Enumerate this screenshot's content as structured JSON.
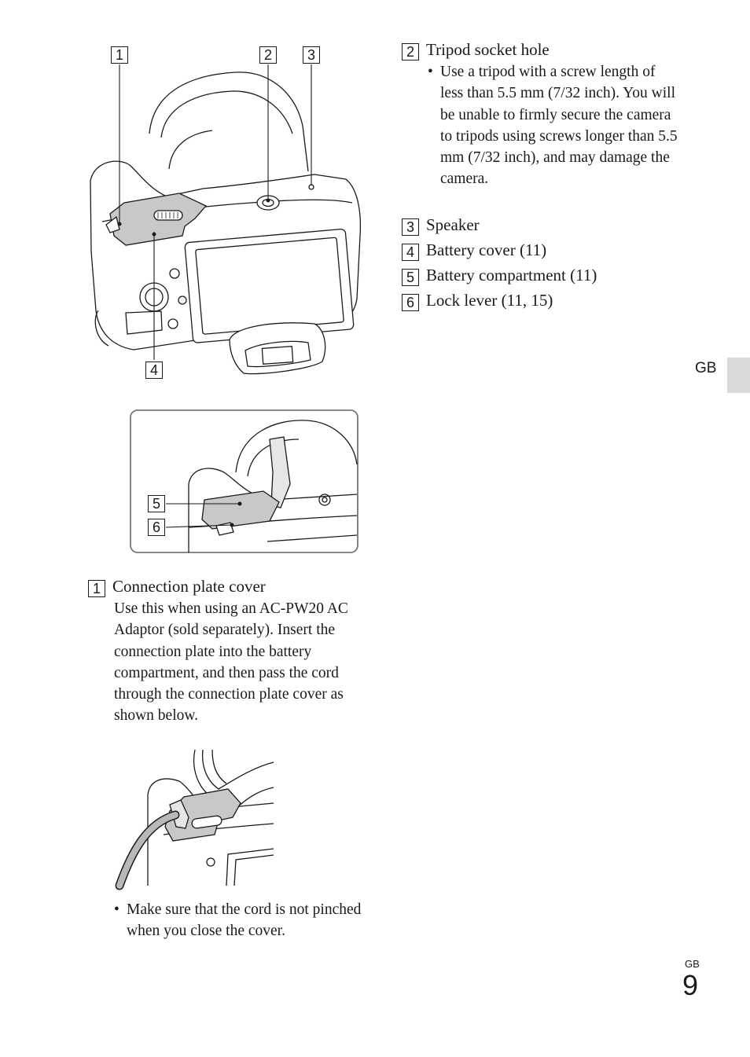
{
  "figure_labels": {
    "main": [
      "1",
      "2",
      "3",
      "4"
    ],
    "inset": [
      "5",
      "6"
    ]
  },
  "items_right": [
    {
      "number": "2",
      "title": "Tripod socket hole",
      "bullets": [
        "Use a tripod with a screw length of less than 5.5 mm (7/32 inch). You will be unable to firmly secure the camera to tripods using screws longer than 5.5 mm (7/32 inch), and may damage the camera."
      ]
    },
    {
      "number": "3",
      "title": "Speaker"
    },
    {
      "number": "4",
      "title": "Battery cover (11)"
    },
    {
      "number": "5",
      "title": "Battery compartment (11)"
    },
    {
      "number": "6",
      "title": "Lock lever (11, 15)"
    }
  ],
  "item_left": {
    "number": "1",
    "title": "Connection plate cover",
    "text": "Use this when using an AC-PW20 AC Adaptor (sold separately). Insert the connection plate into the battery compartment, and then pass the cord through the connection plate cover as shown below.",
    "bullet": "Make sure that the cord is not pinched when you close the cover."
  },
  "side_tab_label": "GB",
  "page": {
    "lang": "GB",
    "number": "9"
  }
}
